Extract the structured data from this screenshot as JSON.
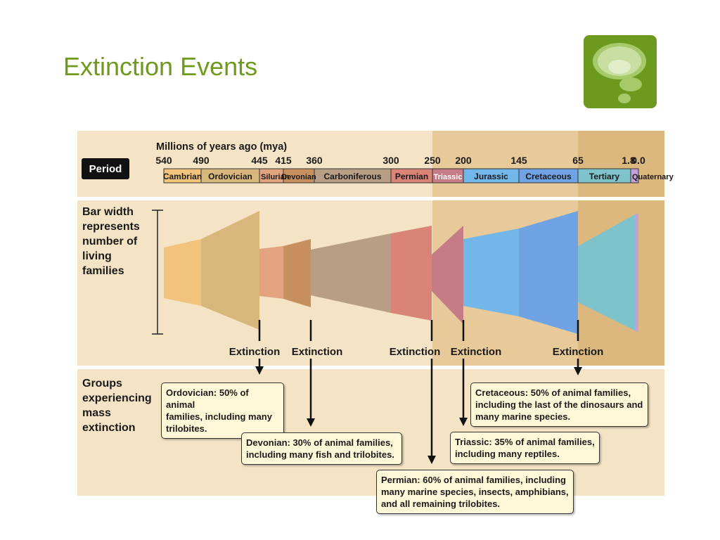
{
  "slide": {
    "title": "Extinction Events"
  },
  "logo": {
    "icon": "speech-bubbles-icon",
    "bg_color": "#6b9a1e"
  },
  "header": {
    "axis_title": "Millions of years ago (mya)",
    "period_label": "Period"
  },
  "ticks": [
    "540",
    "490",
    "445",
    "415",
    "360",
    "300",
    "250",
    "200",
    "145",
    "65",
    "1.8",
    "0.0"
  ],
  "periods": [
    {
      "name": "Cambrian",
      "color": "#f2c37a"
    },
    {
      "name": "Ordovician",
      "color": "#d8b77c"
    },
    {
      "name": "Silurian",
      "color": "#e2a37e"
    },
    {
      "name": "Devonian",
      "color": "#c8905f"
    },
    {
      "name": "Carboniferous",
      "color": "#b79e85"
    },
    {
      "name": "Permian",
      "color": "#d98477"
    },
    {
      "name": "Triassic",
      "color": "#c57c86"
    },
    {
      "name": "Jurassic",
      "color": "#72b6ea"
    },
    {
      "name": "Cretaceous",
      "color": "#6fa3e4"
    },
    {
      "name": "Tertiary",
      "color": "#7ec3cc"
    },
    {
      "name": "Quaternary",
      "color": "#c4a0d8"
    }
  ],
  "left_labels": {
    "bar_width": [
      "Bar width",
      "represents",
      "number of",
      "living",
      "families"
    ],
    "groups": [
      "Groups",
      "experiencing",
      "mass",
      "extinction"
    ]
  },
  "extinction_label": "Extinction",
  "boxes": {
    "ordovician": [
      "Ordovician: 50% of animal",
      "families, including many",
      "trilobites."
    ],
    "devonian": [
      "Devonian: 30% of animal families,",
      "including many fish and trilobites."
    ],
    "permian": [
      "Permian: 60% of animal families, including",
      "many marine species, insects, amphibians,",
      "and all remaining trilobites."
    ],
    "triassic": [
      "Triassic: 35% of animal families,",
      "including many reptiles."
    ],
    "cretaceous": [
      "Cretaceous: 50% of animal families,",
      "including the last of the dinosaurs and",
      "many marine species."
    ]
  }
}
